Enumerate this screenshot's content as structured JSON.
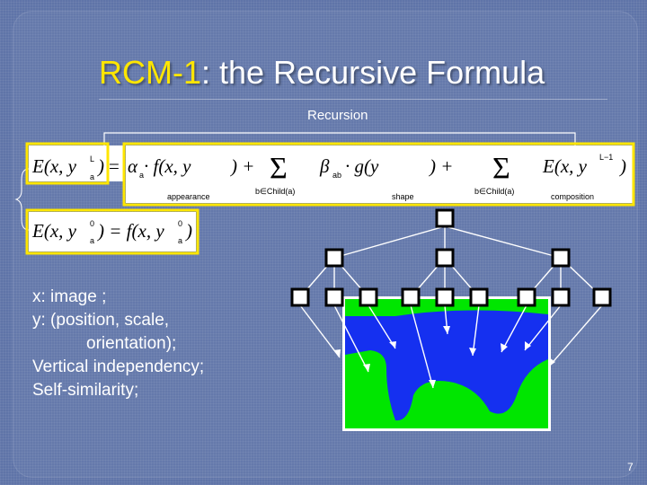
{
  "slide": {
    "title_highlight": "RCM-1",
    "title_rest": ": the Recursive Formula",
    "recursion_label": "Recursion",
    "equation": {
      "lhs": "E(x, y",
      "lhs_sub": "a",
      "lhs_sup": "L",
      "lhs_close": ")",
      "eq": "=",
      "term1": "α",
      "term1_sub": "a",
      "term1_rest": " · f(x, y",
      "term1_close": ") +",
      "sum1": "Σ",
      "sum1_under": "b∈Child(a)",
      "beta": "β",
      "beta_sub": "ab",
      "beta_rest": " · g(y",
      "beta_close": ") +",
      "sum2": "Σ",
      "sum2_under": "b∈Child(a)",
      "term3": "E(x, y",
      "term3_sup": "L−1",
      "term3_close": ")",
      "label_appearance": "appearance",
      "label_shape": "shape",
      "label_composition": "composition"
    },
    "base_equation": {
      "text": "E(x, y",
      "sub": "a",
      "sup": "0",
      "mid": ") = f(x, y",
      "end": ")"
    },
    "bullets": [
      "x: image ;",
      "y: (position, scale,",
      "orientation);",
      "Vertical independency;",
      "Self-similarity;"
    ],
    "page_number": "7",
    "colors": {
      "background": "#5f74a8",
      "highlight": "#ffe600",
      "green": "#00e600",
      "blue": "#1530f0"
    }
  }
}
